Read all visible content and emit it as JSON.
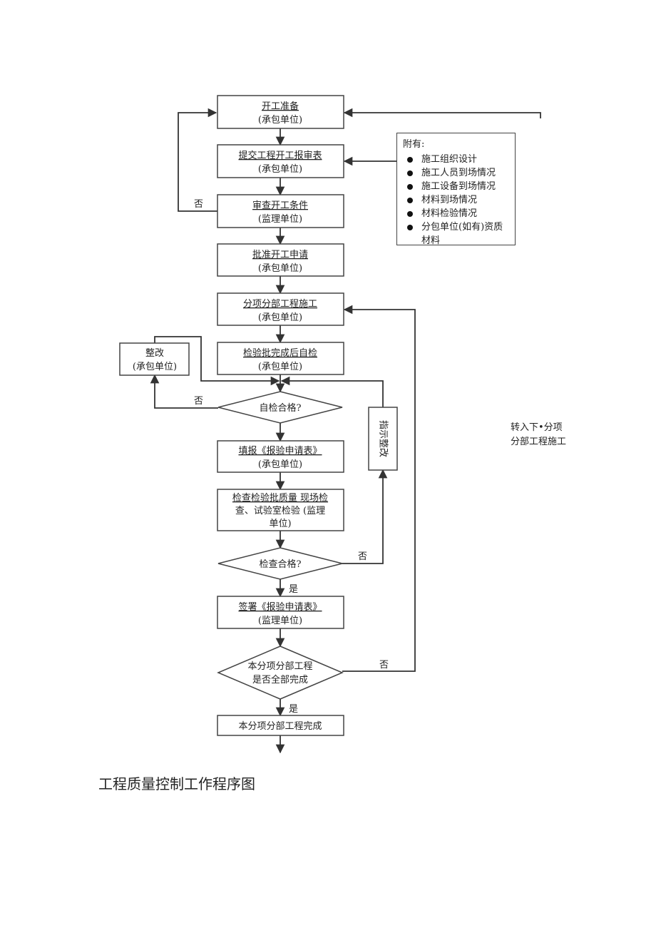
{
  "flowchart": {
    "nodes": [
      {
        "id": "start-prep",
        "lines": [
          "开工准备",
          "(承包单位)"
        ]
      },
      {
        "id": "submit-form",
        "lines": [
          "提交工程开工报审表",
          "(承包单位)"
        ]
      },
      {
        "id": "review-conditions",
        "lines": [
          "审查开工条件",
          "(监理单位)"
        ]
      },
      {
        "id": "approve-application",
        "lines": [
          "批准开工申请",
          "(承包单位)"
        ]
      },
      {
        "id": "subitem-construction",
        "lines": [
          "分项分部工程施工",
          "(承包单位)"
        ]
      },
      {
        "id": "self-inspection",
        "lines": [
          "检验批完成后自检",
          "(承包单位)"
        ]
      },
      {
        "id": "rectify",
        "lines": [
          "整改",
          "(承包单位)"
        ]
      },
      {
        "id": "self-pass",
        "lines": [
          "自检合格?"
        ]
      },
      {
        "id": "fill-form",
        "lines": [
          "填报《报验申请表》",
          "(承包单位)"
        ]
      },
      {
        "id": "check-batch",
        "lines": [
          "检查检验批质量 现场检",
          "查、试验室检验 (监理",
          "单位)"
        ]
      },
      {
        "id": "check-pass",
        "lines": [
          "检查合格?"
        ]
      },
      {
        "id": "sign-form",
        "lines": [
          "签署《报验申请表》",
          "(监理单位)"
        ]
      },
      {
        "id": "all-done",
        "lines": [
          "本分项分部工程",
          "是否全部完成"
        ]
      },
      {
        "id": "complete",
        "lines": [
          "本分项分部工程完成"
        ]
      },
      {
        "id": "instruct-rectify",
        "lines": [
          "指示整改"
        ]
      }
    ],
    "edge_labels": {
      "review_no": "否",
      "self_no": "否",
      "check_no": "否",
      "check_yes": "是",
      "all_no": "否",
      "all_yes": "是"
    }
  },
  "attachments": {
    "title": "附有:",
    "items": [
      "施工组织设计",
      "施工人员到场情况",
      "施工设备到场情况",
      "材料到场情况",
      "材料检验情况",
      "分包单位(如有)资质材料"
    ]
  },
  "side_note": {
    "lines": [
      "转入下•分项",
      "分部工程施工"
    ]
  },
  "caption": "工程质量控制工作程序图"
}
